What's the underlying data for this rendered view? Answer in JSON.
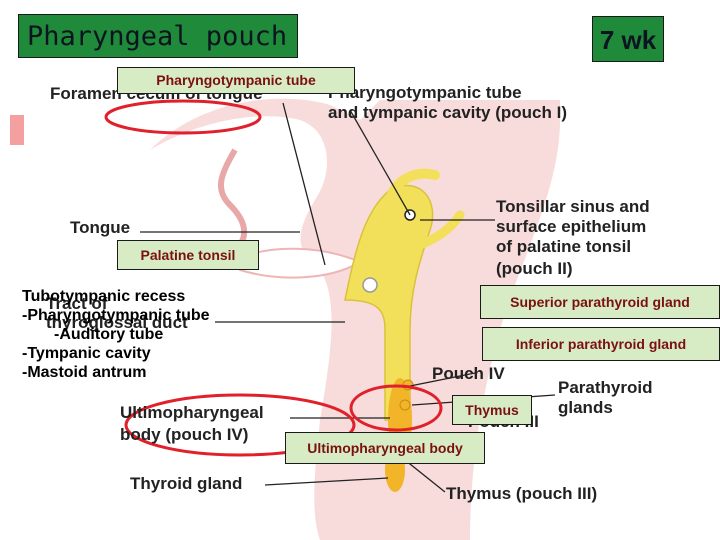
{
  "slide": {
    "title": "Pharyngeal pouch",
    "week": "7 wk"
  },
  "annotations": {
    "pharyngotympanic_tube": "Pharyngotympanic tube",
    "palatine_tonsil": "Palatine tonsil",
    "superior_parathyroid": "Superior parathyroid gland",
    "inferior_parathyroid": "Inferior parathyroid gland",
    "thymus": "Thymus",
    "ultimopharyngeal_body": "Ultimopharyngeal body"
  },
  "notes": [
    "Tubotympanic recess",
    "-Pharyngotympanic tube",
    "    -Auditory tube",
    "-Tympanic cavity",
    "-Mastoid antrum"
  ],
  "figure_labels": {
    "foramen_cecum": "Foramen cecum of tongue",
    "tympanic_line1": "Pharyngotympanic tube",
    "tympanic_line2": "and tympanic cavity (pouch I)",
    "tongue": "Tongue",
    "tonsillar_line1": "Tonsillar sinus and",
    "tonsillar_line2": "surface epithelium",
    "tonsillar_line3": "of palatine tonsil",
    "tonsillar_line4": "(pouch II)",
    "thyroglossal_line1": "Tract of",
    "thyroglossal_line2": "thyroglossal duct",
    "pouch4": "Pouch IV",
    "pouch3_partial": "Pouch III",
    "parathyroid_line1": "Parathyroid",
    "parathyroid_line2": "glands",
    "ultimo_line1": "Ultimopharyngeal",
    "ultimo_line2": "body (pouch IV)",
    "thyroid": "Thyroid gland",
    "thymus_pouch": "Thymus (pouch III)"
  },
  "colors": {
    "title_bg": "#1f8a3a",
    "annotation_bg": "#d7ecc4",
    "annotation_text": "#7a1010",
    "highlight_ring": "#e0202a",
    "tissue_pink": "#f6cfcf",
    "pharynx_yellow": "#f3e05a",
    "gland_orange": "#f2b52a"
  }
}
